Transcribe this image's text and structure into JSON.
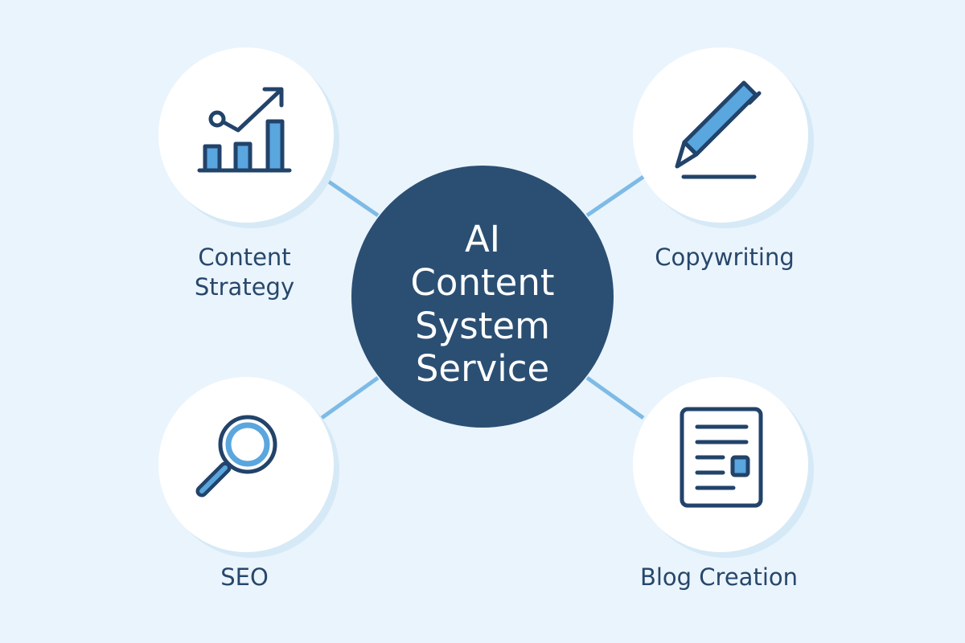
{
  "center": {
    "lines": [
      "AI",
      "Content",
      "System",
      "Service"
    ]
  },
  "nodes": [
    {
      "label_lines": [
        "Content",
        "Strategy"
      ],
      "icon": "chart-growth-icon"
    },
    {
      "label_lines": [
        "Copywriting"
      ],
      "icon": "pen-icon"
    },
    {
      "label_lines": [
        "SEO"
      ],
      "icon": "magnifier-icon"
    },
    {
      "label_lines": [
        "Blog Creation"
      ],
      "icon": "document-icon"
    }
  ],
  "colors": {
    "background": "#eaf4fc",
    "center": "#2b4f73",
    "accent": "#5aa6de",
    "stroke": "#22436a",
    "connector": "#7dbbe6"
  }
}
